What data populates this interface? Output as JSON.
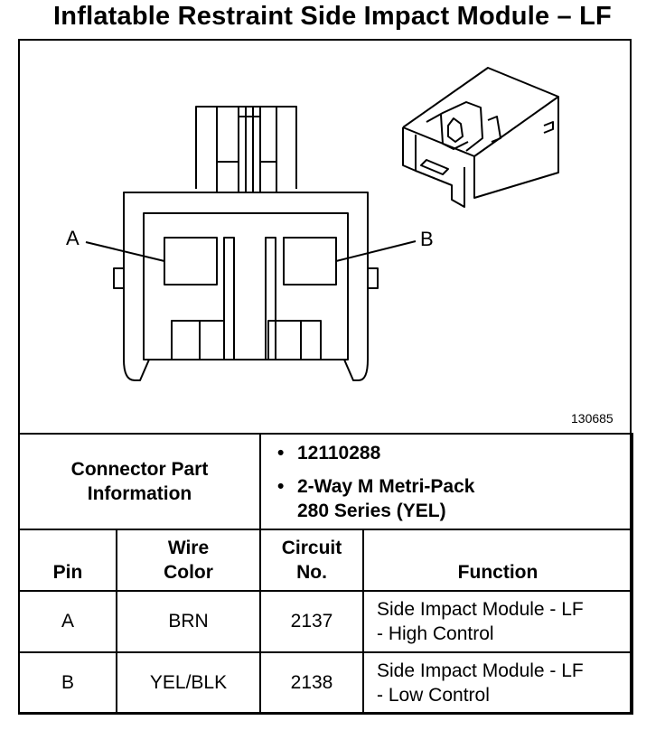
{
  "title": "Inflatable Restraint Side Impact Module – LF",
  "figure": {
    "callout_a": "A",
    "callout_b": "B",
    "figure_number": "130685"
  },
  "connector_info": {
    "label_line1": "Connector Part",
    "label_line2": "Information",
    "bullet_symbol": "•",
    "part_number": "12110288",
    "description_line1": "2-Way M Metri-Pack",
    "description_line2": "280 Series (YEL)"
  },
  "table": {
    "headers": {
      "pin": "Pin",
      "wire_color_line1": "Wire",
      "wire_color_line2": "Color",
      "circuit_line1": "Circuit",
      "circuit_line2": "No.",
      "function": "Function"
    },
    "rows": [
      {
        "pin": "A",
        "wire_color": "BRN",
        "circuit": "2137",
        "function_line1": "Side Impact Module - LF",
        "function_line2": "- High Control"
      },
      {
        "pin": "B",
        "wire_color": "YEL/BLK",
        "circuit": "2138",
        "function_line1": "Side Impact Module - LF",
        "function_line2": "- Low Control"
      }
    ]
  }
}
